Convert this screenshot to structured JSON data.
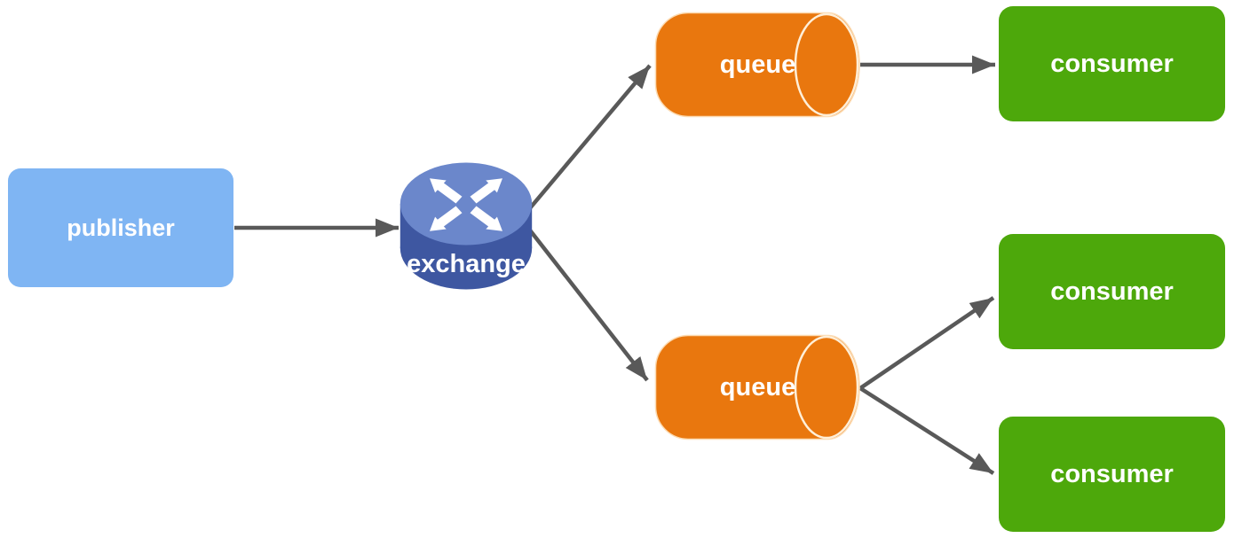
{
  "diagram": {
    "background_color": "#ffffff",
    "edge_color": "#595959",
    "nodes": {
      "publisher": {
        "label": "publisher",
        "shape": "rounded-box",
        "color": "#7FB5F3",
        "text_color": "#ffffff"
      },
      "exchange": {
        "label": "exchange",
        "shape": "router-cylinder-3d",
        "icon": "router-crossed-arrows-icon",
        "top_color": "#6B87CB",
        "body_color": "#3E57A1",
        "arrow_glyph_color": "#ffffff",
        "text_color": "#ffffff"
      },
      "queue_top": {
        "label": "queue",
        "shape": "horizontal-cylinder",
        "color": "#E9770E",
        "cap_outline_color": "#FFEFD8",
        "body_outline_color": "#FCDCB4",
        "text_color": "#ffffff"
      },
      "queue_bottom": {
        "label": "queue",
        "shape": "horizontal-cylinder",
        "color": "#E9770E",
        "cap_outline_color": "#FFEFD8",
        "body_outline_color": "#FCDCB4",
        "text_color": "#ffffff"
      },
      "consumer_top": {
        "label": "consumer",
        "shape": "rounded-box",
        "color": "#4DA80B",
        "text_color": "#ffffff"
      },
      "consumer_middle": {
        "label": "consumer",
        "shape": "rounded-box",
        "color": "#4DA80B",
        "text_color": "#ffffff"
      },
      "consumer_bottom": {
        "label": "consumer",
        "shape": "rounded-box",
        "color": "#4DA80B",
        "text_color": "#ffffff"
      }
    },
    "edges": [
      {
        "from": "publisher",
        "to": "exchange",
        "style": "solid-arrow"
      },
      {
        "from": "exchange",
        "to": "queue_top",
        "style": "solid-arrow"
      },
      {
        "from": "exchange",
        "to": "queue_bottom",
        "style": "solid-arrow"
      },
      {
        "from": "queue_top",
        "to": "consumer_top",
        "style": "solid-arrow"
      },
      {
        "from": "queue_bottom",
        "to": "consumer_middle",
        "style": "solid-arrow"
      },
      {
        "from": "queue_bottom",
        "to": "consumer_bottom",
        "style": "solid-arrow"
      }
    ]
  }
}
